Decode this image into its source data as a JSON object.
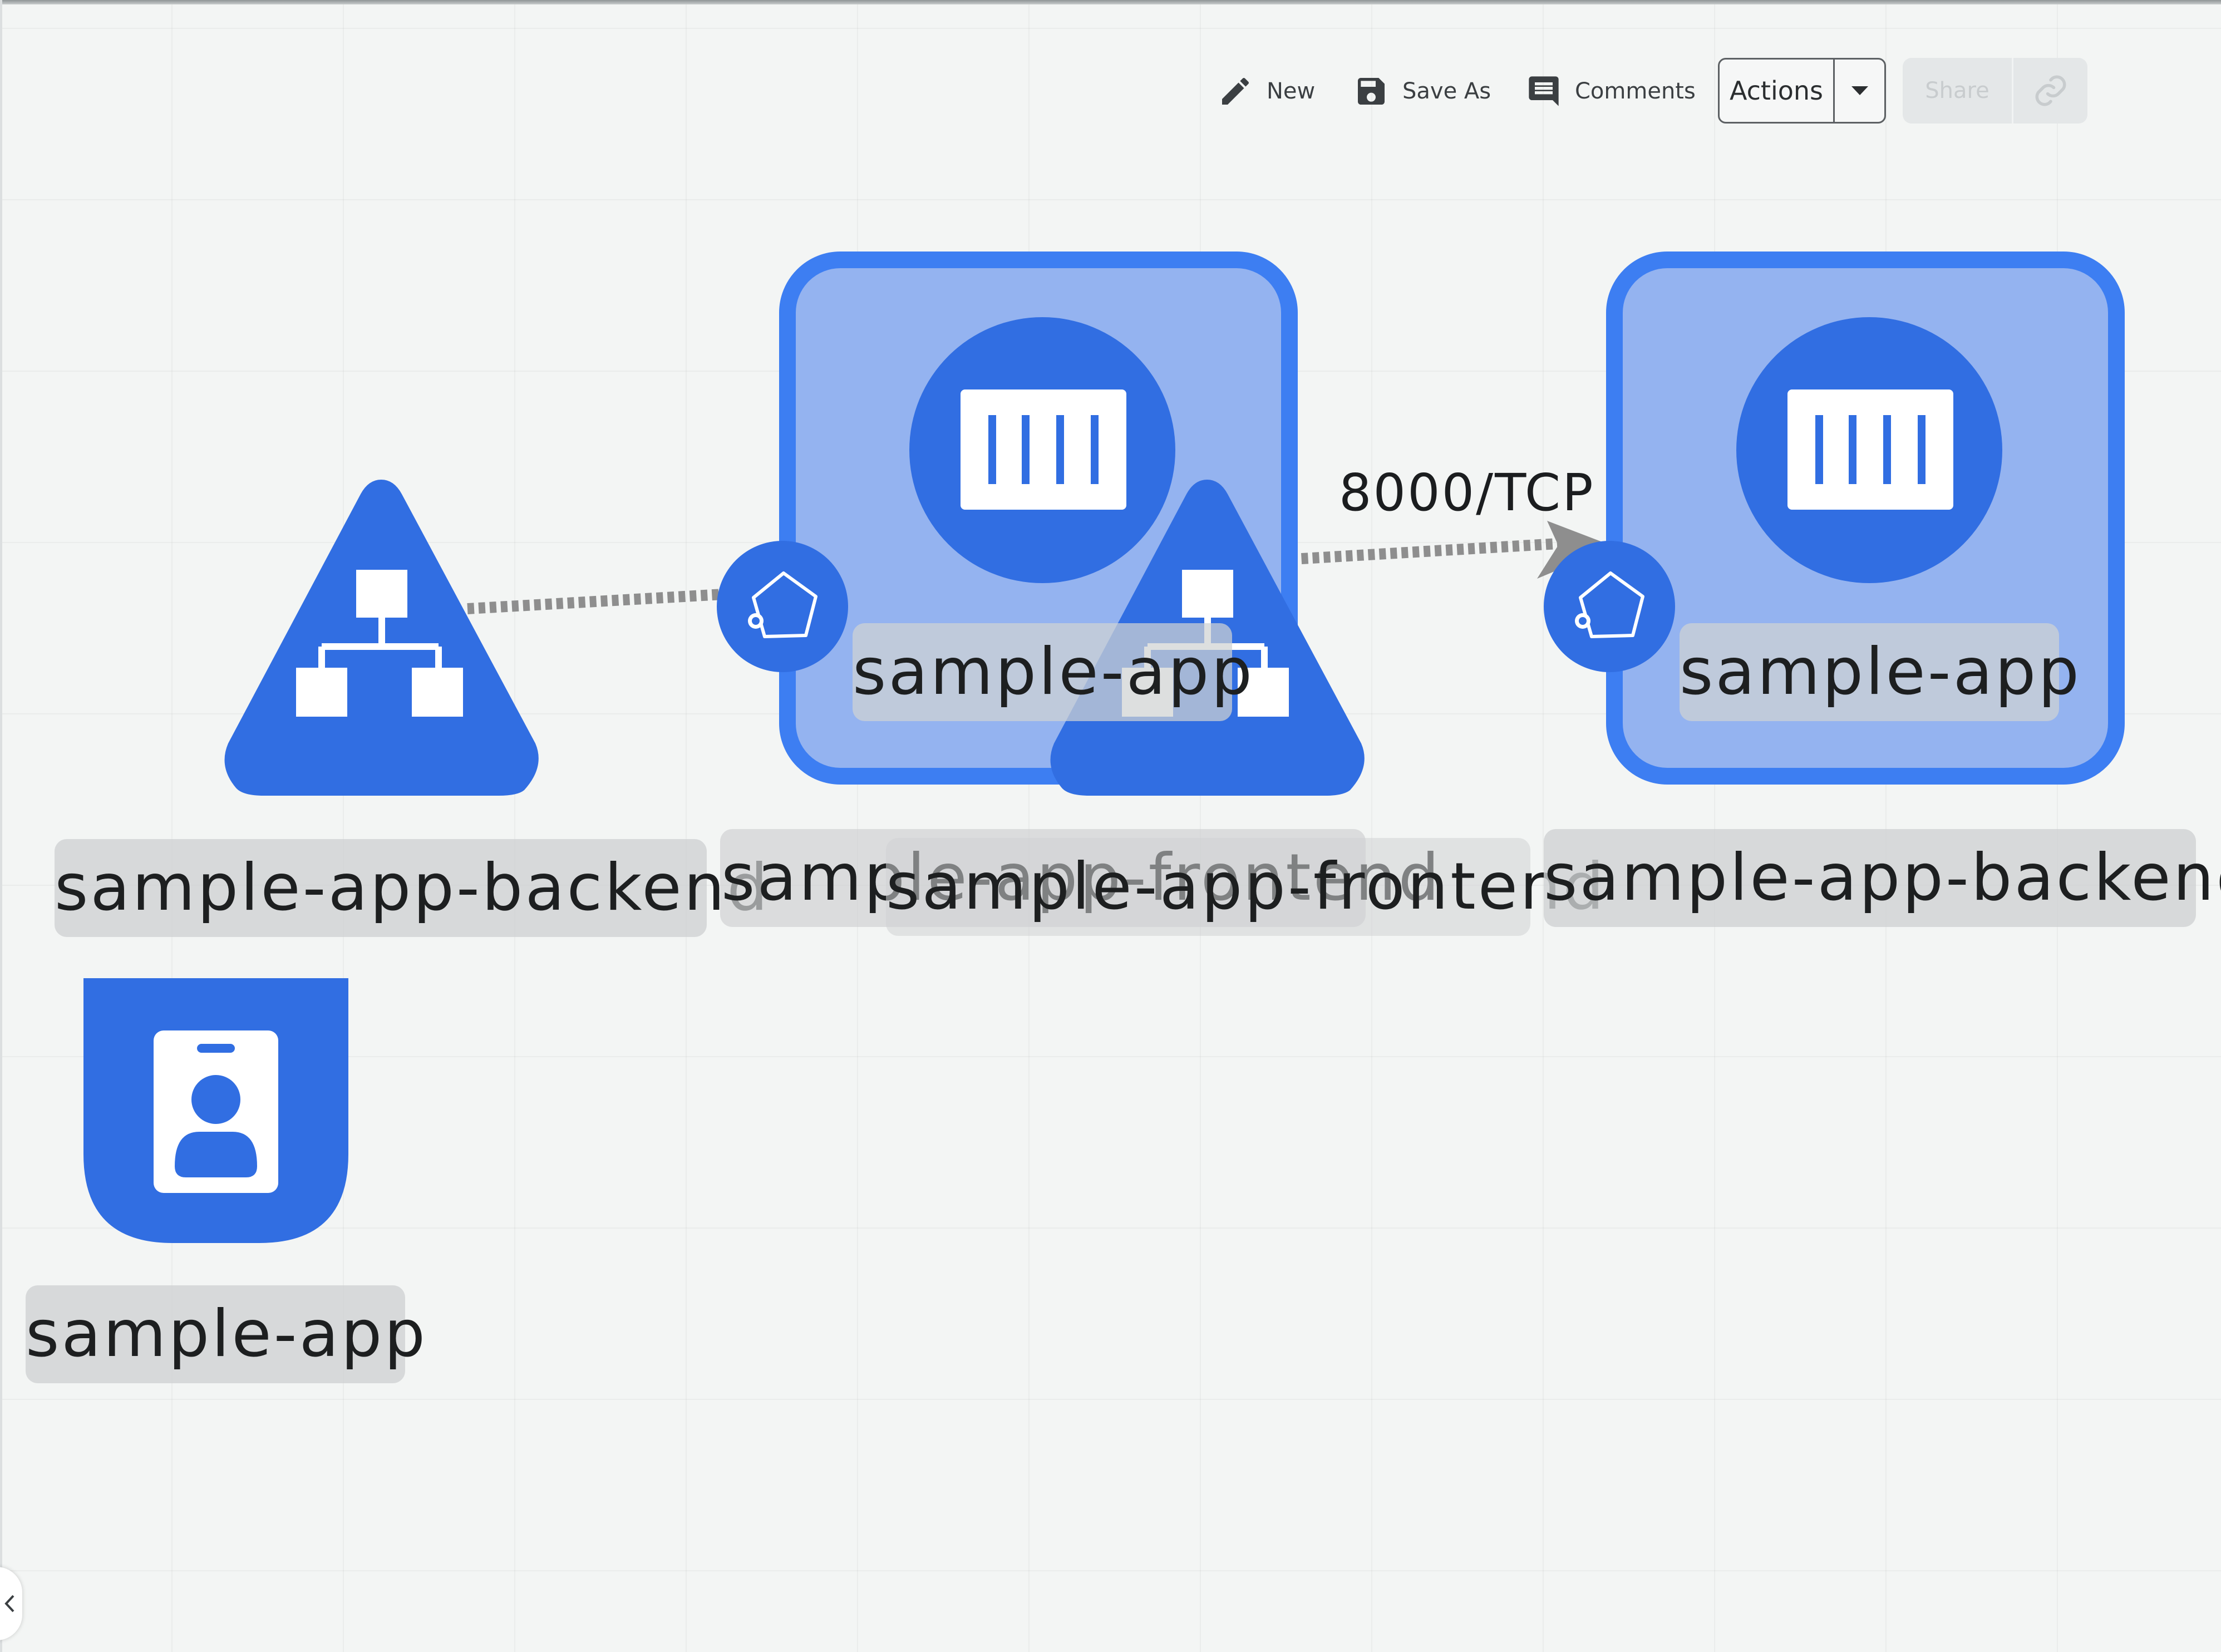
{
  "toolbar": {
    "new_label": "New",
    "save_as_label": "Save As",
    "comments_label": "Comments",
    "actions_label": "Actions",
    "share_label": "Share"
  },
  "nodes": {
    "service_backend_label": "sample-app-backend",
    "pod_frontend_inner_label": "sample-app",
    "pod_frontend_outer_label": "sample-app-frontend",
    "service_frontend_label": "sample-app-frontend",
    "pod_backend_inner_label": "sample-app",
    "pod_backend_outer_label": "sample-app-backend",
    "serviceaccount_label": "sample-app"
  },
  "edges": {
    "port_label": "8000/TCP"
  },
  "colors": {
    "node_blue": "#316ee2",
    "pod_border": "#3d7ef2",
    "pod_fill": "#94b3f0",
    "edge_gray": "#8e8e8e"
  },
  "icons": [
    "pencil-icon",
    "save-icon",
    "comment-icon",
    "caret-down-icon",
    "link-icon",
    "network-service-icon",
    "container-icon",
    "endpoint-icon",
    "id-badge-icon",
    "chevron-left-icon"
  ]
}
